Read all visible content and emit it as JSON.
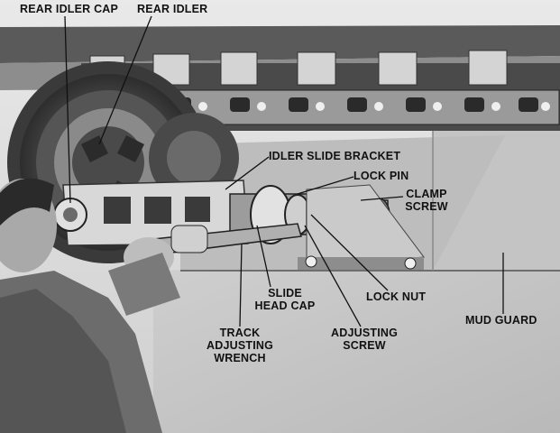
{
  "labels": {
    "rear_idler_cap": "REAR IDLER CAP",
    "rear_idler": "REAR IDLER",
    "idler_slide_bracket": "IDLER SLIDE BRACKET",
    "lock_pin": "LOCK PIN",
    "clamp_screw_1": "CLAMP",
    "clamp_screw_2": "SCREW",
    "slide_head_cap_1": "SLIDE",
    "slide_head_cap_2": "HEAD CAP",
    "lock_nut": "LOCK NUT",
    "mud_guard": "MUD GUARD",
    "adjusting_screw_1": "ADJUSTING",
    "adjusting_screw_2": "SCREW",
    "track_adjusting_wrench_1": "TRACK",
    "track_adjusting_wrench_2": "ADJUSTING",
    "track_adjusting_wrench_3": "WRENCH"
  }
}
